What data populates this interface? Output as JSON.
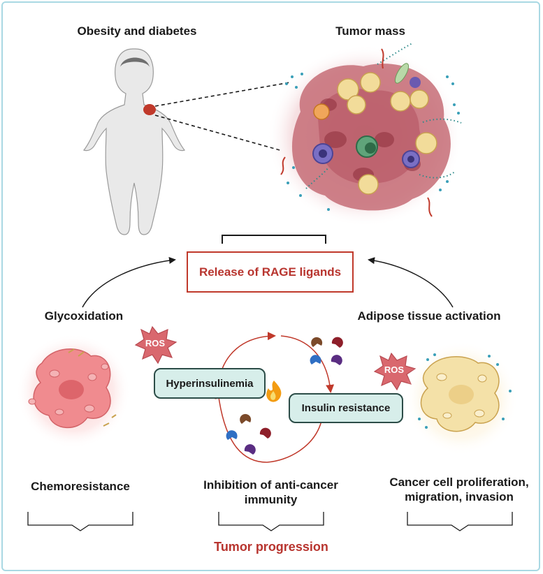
{
  "labels": {
    "obesity": "Obesity and diabetes",
    "tumor_mass": "Tumor mass",
    "rage_ligands": "Release of RAGE  ligands",
    "glycoxidation": "Glycoxidation",
    "adipose": "Adipose tissue activation",
    "hyperinsulinemia": "Hyperinsulinemia",
    "insulin_resistance": "Insulin resistance",
    "ros_left": "ROS",
    "ros_right": "ROS",
    "chemoresistance": "Chemoresistance",
    "inhibition": "Inhibition of anti-cancer immunity",
    "proliferation": "Cancer cell proliferation, migration, invasion",
    "tumor_progression": "Tumor progression"
  },
  "colors": {
    "frame": "#a9d8e3",
    "accent_red": "#b8352f",
    "node_fill": "#d7eeea",
    "node_border": "#2c4d48",
    "ros_burst": "#d9686e",
    "tumor_pink": "#c9707a",
    "adipocyte_yellow": "#f2dc9a"
  },
  "icons": {
    "body": "human-body-icon",
    "flame": "flame-icon",
    "ligands": "rage-ligand-icons"
  }
}
